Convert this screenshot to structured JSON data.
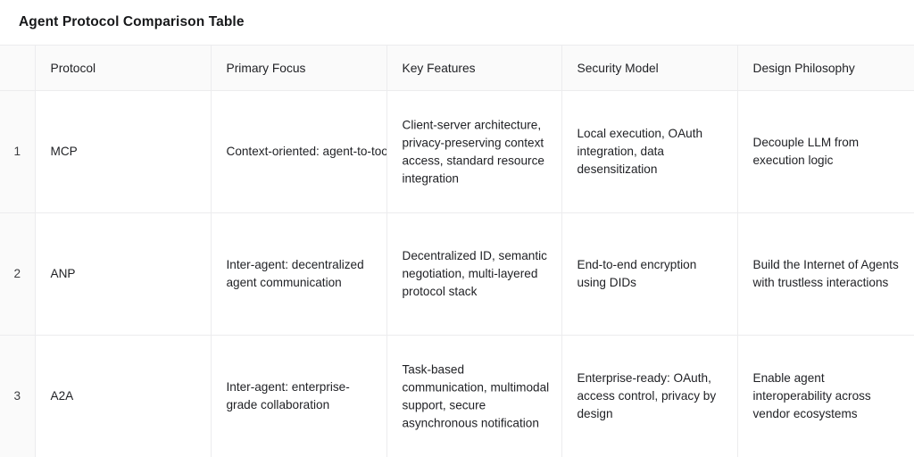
{
  "page": {
    "title": "Agent Protocol Comparison Table",
    "background": "#ffffff",
    "text_color": "#1f2024",
    "header_background": "#fafafa",
    "border_color": "#ececee"
  },
  "table": {
    "index_header": "",
    "columns": [
      "Protocol",
      "Primary Focus",
      "Key Features",
      "Security Model",
      "Design Philosophy"
    ],
    "rows": [
      {
        "index": "1",
        "protocol": "MCP",
        "primary_focus": "Context-oriented: agent-to-tool/resource connection",
        "key_features": "Client-server architecture, privacy-preserving context access, standard resource integration",
        "security_model": "Local execution, OAuth integration, data desensitization",
        "design_philosophy": "Decouple LLM from execution logic"
      },
      {
        "index": "2",
        "protocol": "ANP",
        "primary_focus": "Inter-agent: decentralized agent communication",
        "key_features": "Decentralized ID, semantic negotiation, multi-layered protocol stack",
        "security_model": "End-to-end encryption using DIDs",
        "design_philosophy": "Build the Internet of Agents with trustless interactions"
      },
      {
        "index": "3",
        "protocol": "A2A",
        "primary_focus": "Inter-agent: enterprise-grade collaboration",
        "key_features": "Task-based communication, multimodal support, secure asynchronous notification",
        "security_model": "Enterprise-ready: OAuth, access control, privacy by design",
        "design_philosophy": "Enable agent interoperability across vendor ecosystems"
      }
    ]
  }
}
